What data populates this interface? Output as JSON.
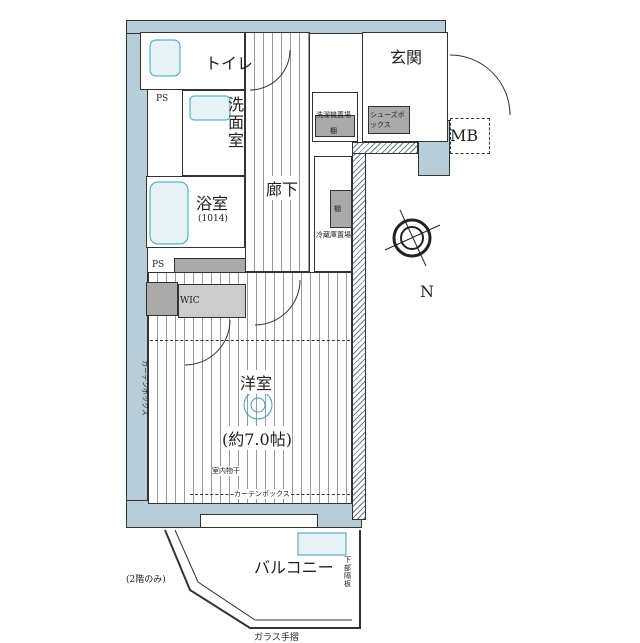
{
  "rooms": {
    "toilet": "トイレ",
    "ps_top": "PS",
    "washroom": "洗面室",
    "bathroom": "浴室",
    "bath_size": "(1014)",
    "hallway": "廊下",
    "entrance": "玄関",
    "shoe_box": "シューズボックス",
    "mb": "MB",
    "washer_space": "洗濯機置場",
    "shelf_1": "棚",
    "shelf_2": "棚",
    "fridge_space": "冷蔵庫置場",
    "ps_mid": "PS",
    "wic": "WIC",
    "western_room": "洋室",
    "western_room_size": "(約7.0帖)",
    "curtain_box_side": "カーテンボックス",
    "curtain_box_bottom": "カーテンボックス",
    "indoor_drying": "室内物干",
    "balcony": "バルコニー",
    "second_floor_only": "(2階のみ)",
    "glass_handrail": "ガラス手摺",
    "lower_partition": "下部隔板"
  },
  "compass": {
    "north_label": "N"
  },
  "colors": {
    "wall": "#b9cdd8",
    "fixture": "#3aa0b8",
    "outline": "#333333"
  }
}
